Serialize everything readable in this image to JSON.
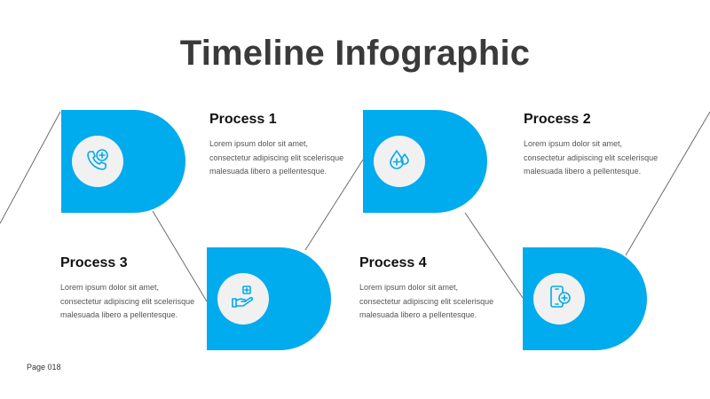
{
  "title": "Timeline Infographic",
  "accent_color": "#00abee",
  "processes": [
    {
      "title": "Process 1",
      "body": "Lorem ipsum dolor sit amet, consectetur adipiscing elit scelerisque malesuada libero a pellentesque.",
      "icon": "phone-plus-icon"
    },
    {
      "title": "Process 2",
      "body": "Lorem ipsum dolor sit amet, consectetur adipiscing elit scelerisque malesuada libero a pellentesque.",
      "icon": "blood-drops-icon"
    },
    {
      "title": "Process 3",
      "body": "Lorem ipsum dolor sit amet, consectetur adipiscing elit scelerisque malesuada libero a pellentesque.",
      "icon": "hand-plus-icon"
    },
    {
      "title": "Process 4",
      "body": "Lorem ipsum dolor sit amet, consectetur adipiscing elit scelerisque malesuada libero a pellentesque.",
      "icon": "mobile-plus-icon"
    }
  ],
  "page_label": "Page 018"
}
